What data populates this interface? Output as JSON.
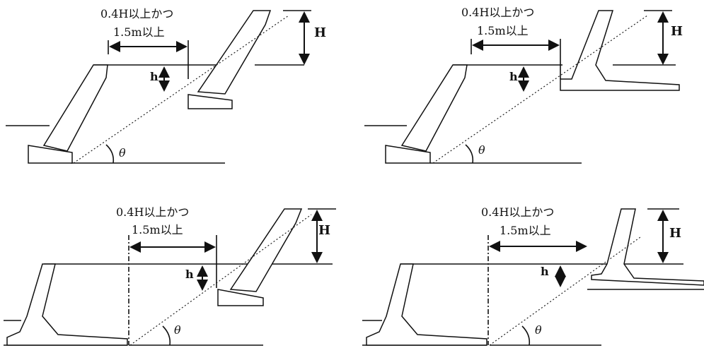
{
  "panels": [
    {
      "condition_line1": "0.4H以上かつ",
      "condition_line2": "1.5m以上",
      "height_label": "H",
      "offset_label": "h",
      "angle_label": "θ"
    },
    {
      "condition_line1": "0.4H以上かつ",
      "condition_line2": "1.5m以上",
      "height_label": "H",
      "offset_label": "h",
      "angle_label": "θ"
    },
    {
      "condition_line1": "0.4H以上かつ",
      "condition_line2": "1.5m以上",
      "height_label": "H",
      "offset_label": "h",
      "angle_label": "θ"
    },
    {
      "condition_line1": "0.4H以上かつ",
      "condition_line2": "1.5m以上",
      "height_label": "H",
      "offset_label": "h",
      "angle_label": "θ"
    }
  ]
}
